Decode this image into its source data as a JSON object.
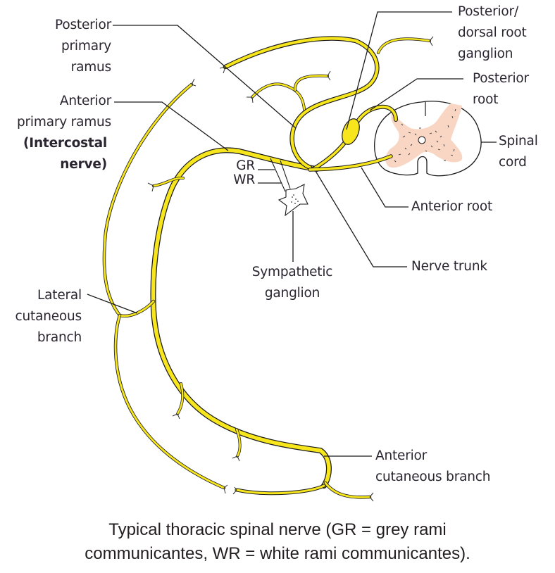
{
  "figure": {
    "title": "Typical thoracic spinal nerve",
    "colors": {
      "nerve": "#f7e61c",
      "nerve_outline": "#1a1a1a",
      "grey_matter": "#f9d6c4",
      "leader_line": "#1a1a1a",
      "text": "#2a2530"
    }
  },
  "labels": {
    "posterior_primary_ramus": [
      "Posterior",
      "primary",
      "ramus"
    ],
    "anterior_primary_ramus": [
      "Anterior",
      "primary ramus"
    ],
    "intercostal_nerve": [
      "(Intercostal",
      "nerve)"
    ],
    "gr": "GR",
    "wr": "WR",
    "sympathetic_ganglion": [
      "Sympathetic",
      "ganglion"
    ],
    "lateral_cutaneous_branch": [
      "Lateral",
      "cutaneous",
      "branch"
    ],
    "dorsal_root_ganglion": [
      "Posterior/",
      "dorsal root",
      "ganglion"
    ],
    "posterior_root": [
      "Posterior",
      "root"
    ],
    "spinal_cord": [
      "Spinal",
      "cord"
    ],
    "anterior_root": "Anterior root",
    "nerve_trunk": "Nerve trunk",
    "anterior_cutaneous_branch": [
      "Anterior",
      "cutaneous branch"
    ]
  },
  "caption": {
    "line1": "Typical thoracic spinal nerve (GR = grey rami",
    "line2": "communicantes, WR = white rami communicantes)."
  }
}
